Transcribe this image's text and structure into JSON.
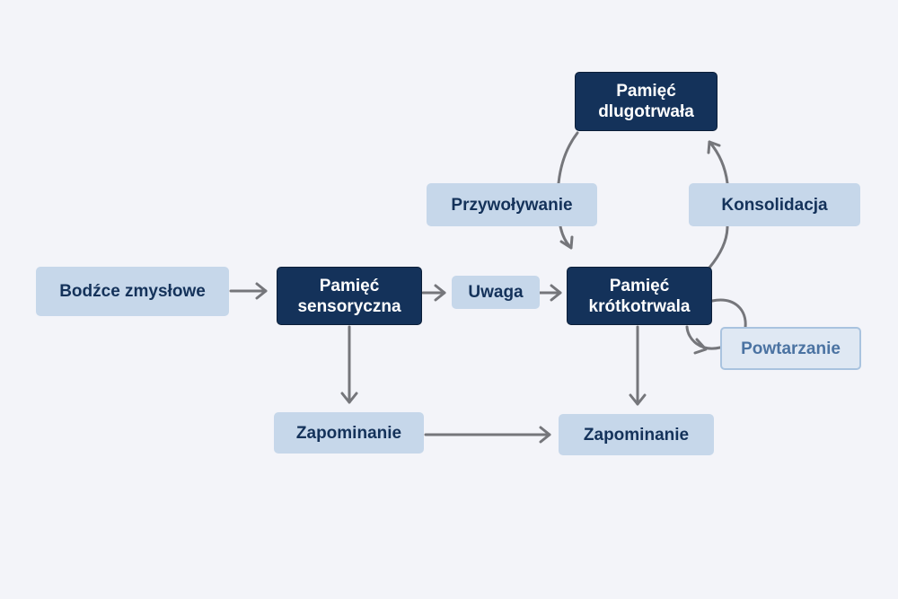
{
  "diagram": {
    "title": "",
    "colors": {
      "background": "#f3f4f9",
      "memory_store": "#14325a",
      "process": "#c6d7ea",
      "rehearsal": "#dfe8f3",
      "arrow": "#75767b"
    },
    "nodes": {
      "bodzce": "Bodźce zmysłowe",
      "sensoryczna": "Pamięć\nsensoryczna",
      "uwaga": "Uwaga",
      "krotkotrwala": "Pamięć\nkrótkotrwala",
      "dlugotrwala": "Pamięć\ndlugotrwała",
      "przywolywanie": "Przywoływanie",
      "konsolidacja": "Konsolidacja",
      "powtarzanie": "Powtarzanie",
      "zapominanie_1": "Zapominanie",
      "zapominanie_2": "Zapominanie"
    },
    "edges": [
      {
        "from": "bodzce",
        "to": "sensoryczna"
      },
      {
        "from": "sensoryczna",
        "to": "uwaga"
      },
      {
        "from": "uwaga",
        "to": "krotkotrwala"
      },
      {
        "from": "sensoryczna",
        "to": "zapominanie_1"
      },
      {
        "from": "zapominanie_1",
        "to": "zapominanie_2"
      },
      {
        "from": "krotkotrwala",
        "to": "zapominanie_2"
      },
      {
        "from": "krotkotrwala",
        "to": "dlugotrwala",
        "via": "konsolidacja"
      },
      {
        "from": "dlugotrwala",
        "to": "krotkotrwala",
        "via": "przywolywanie"
      },
      {
        "from": "krotkotrwala",
        "to": "krotkotrwala",
        "via": "powtarzanie"
      }
    ]
  }
}
